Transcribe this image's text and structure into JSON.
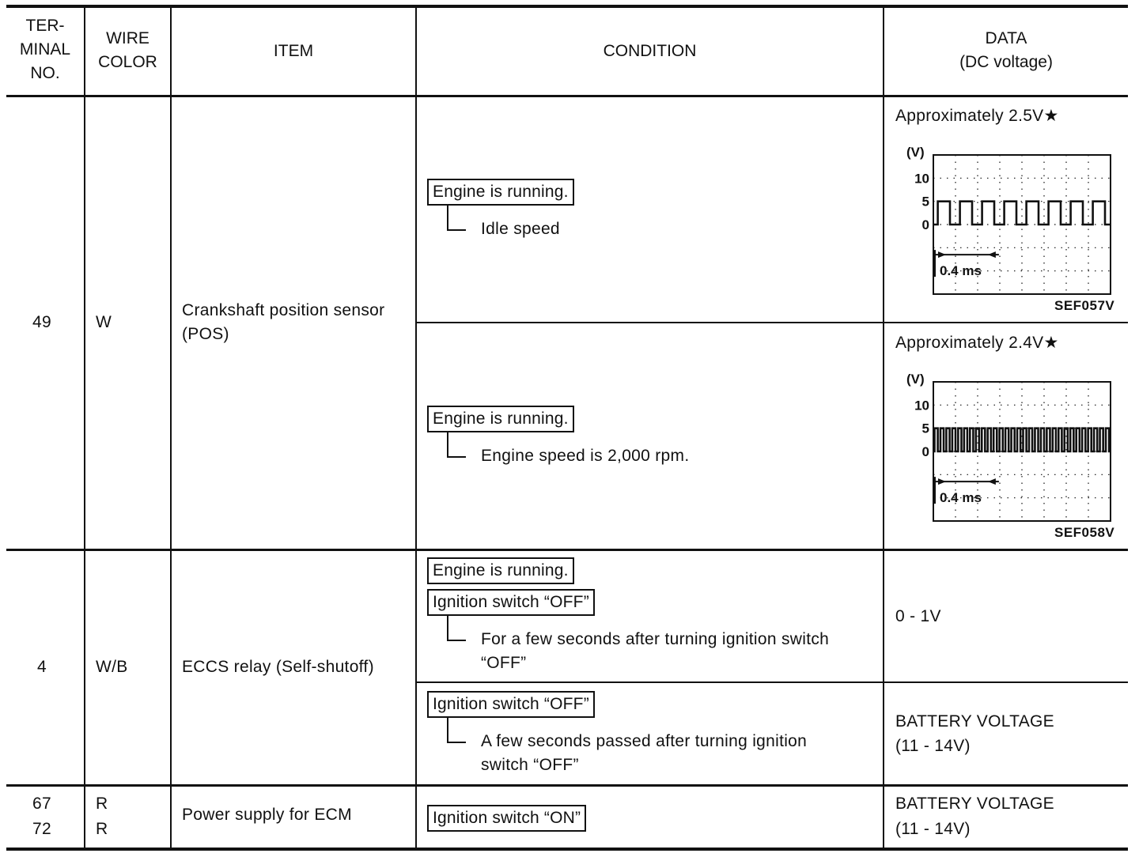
{
  "headers": {
    "terminal_no": "TER-\nMINAL\nNO.",
    "wire_color": "WIRE\nCOLOR",
    "item": "ITEM",
    "condition": "CONDITION",
    "data": "DATA\n(DC voltage)"
  },
  "rows": {
    "pos_sensor": {
      "terminal": "49",
      "wire": "W",
      "item": "Crankshaft position sensor\n(POS)",
      "idle": {
        "box": "Engine is running.",
        "sub": "Idle speed",
        "data_text": "Approximately 2.5V★",
        "scope": {
          "unit": "(V)",
          "y10": "10",
          "y5": "5",
          "y0": "0",
          "time": "0.4  ms",
          "code": "SEF057V",
          "pulses": 8
        }
      },
      "rpm2000": {
        "box": "Engine is running.",
        "sub": "Engine speed is 2,000 rpm.",
        "data_text": "Approximately 2.4V★",
        "scope": {
          "unit": "(V)",
          "y10": "10",
          "y5": "5",
          "y0": "0",
          "time": "0.4  ms",
          "code": "SEF058V",
          "pulses": 30
        }
      }
    },
    "eccs_relay": {
      "terminal": "4",
      "wire": "W/B",
      "item": "ECCS relay (Self-shutoff)",
      "cond1": {
        "box1": "Engine is running.",
        "box2": "Ignition switch “OFF”",
        "sub": "For a few seconds after turning ignition switch\n“OFF”",
        "data": "0 - 1V"
      },
      "cond2": {
        "box": "Ignition switch “OFF”",
        "sub": "A few seconds passed after turning ignition\nswitch “OFF”",
        "data": "BATTERY VOLTAGE\n(11 - 14V)"
      }
    },
    "power_supply": {
      "terminal": "67\n72",
      "wire": "R\nR",
      "item": "Power supply for ECM",
      "box": "Ignition switch “ON”",
      "data": "BATTERY VOLTAGE\n(11 - 14V)"
    }
  }
}
